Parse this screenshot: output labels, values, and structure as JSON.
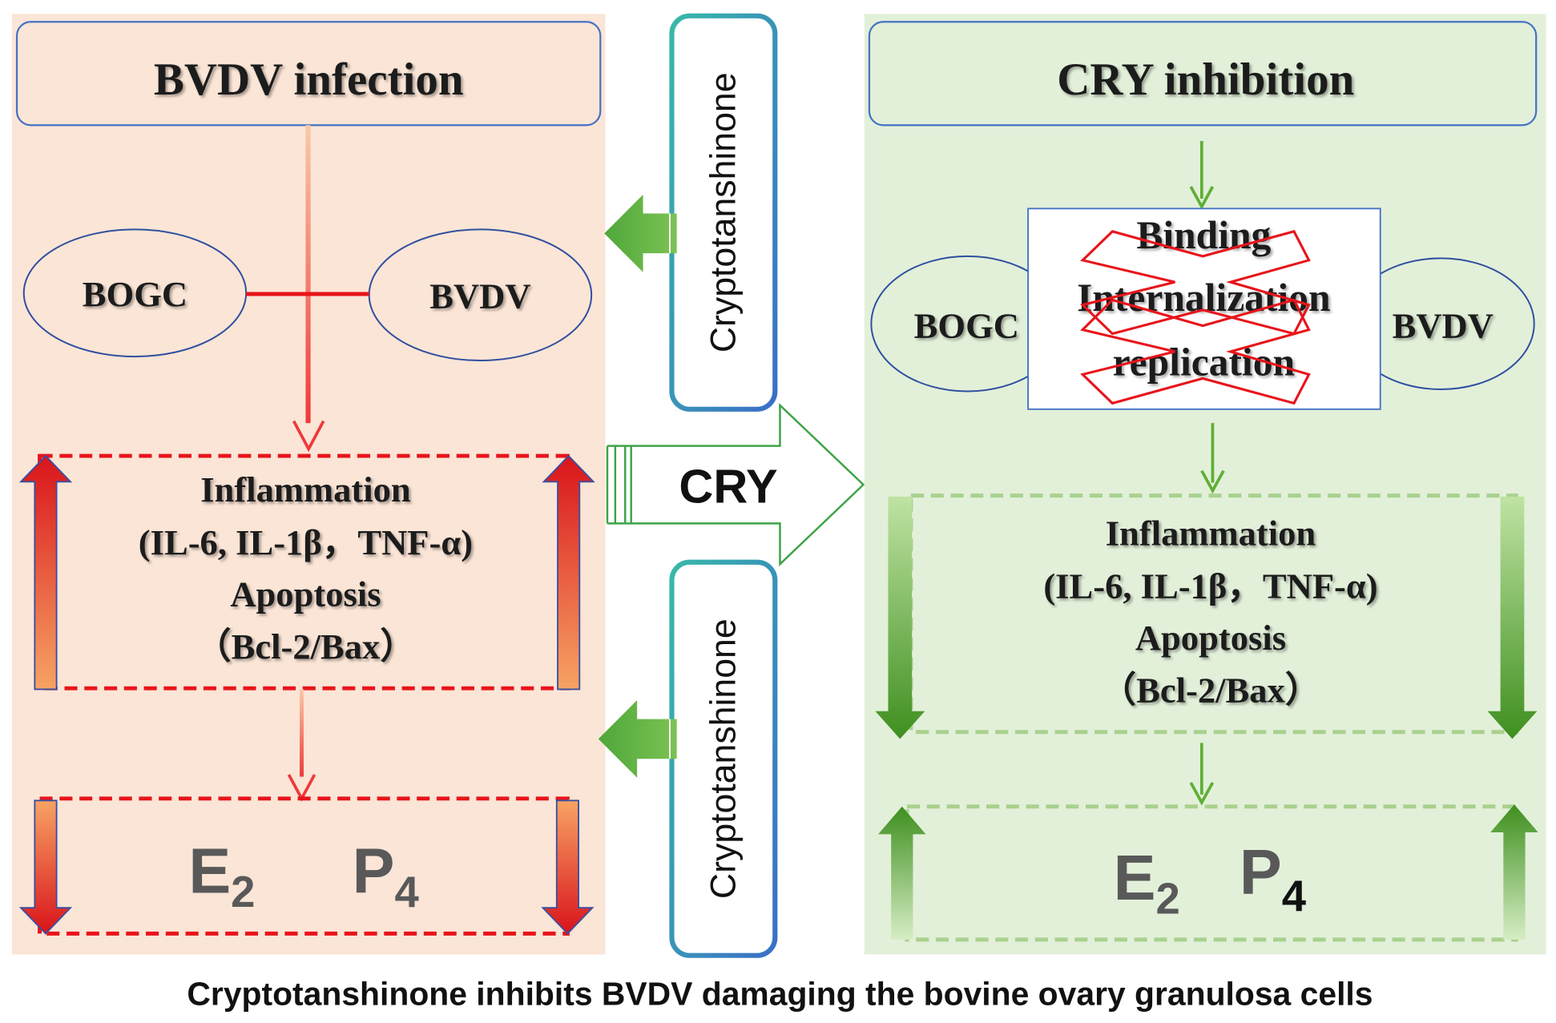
{
  "left_panel": {
    "title": "BVDV  infection",
    "cell_label": "BOGC",
    "virus_label": "BVDV",
    "effects": {
      "line1": "Inflammation",
      "line2": "(IL-6, IL-1β，TNF-α)",
      "line3": "Apoptosis",
      "line4": "（Bcl-2/Bax）"
    },
    "hormones": {
      "e_main": "E",
      "e_sub": "2",
      "p_main": "P",
      "p_sub": "4"
    },
    "effects_direction": "up",
    "hormones_direction": "down"
  },
  "center": {
    "drug_label_top": "Cryptotanshinone",
    "drug_label_bottom": "Cryptotanshinone",
    "arrow_label": "CRY"
  },
  "right_panel": {
    "title": "CRY  inhibition",
    "cell_label": "BOGC",
    "virus_label": "BVDV",
    "blocked_steps": {
      "step1": "Binding",
      "step2": "Internalization",
      "step3": "replication"
    },
    "effects": {
      "line1": "Inflammation",
      "line2": "(IL-6, IL-1β，TNF-α)",
      "line3": "Apoptosis",
      "line4": "（Bcl-2/Bax）"
    },
    "hormones": {
      "e_main": "E",
      "e_sub": "2",
      "p_main": "P",
      "p_sub": "4"
    },
    "effects_direction": "down",
    "hormones_direction": "up"
  },
  "caption": "Cryptotanshinone inhibits BVDV damaging the bovine ovary granulosa cells",
  "colors": {
    "left_bg": "#FBE5D6",
    "right_bg": "#E2F0D9",
    "red": "#E8141B",
    "green": "#5FAE36",
    "box_border": "#4472C4",
    "hormone_text": "#595959"
  }
}
